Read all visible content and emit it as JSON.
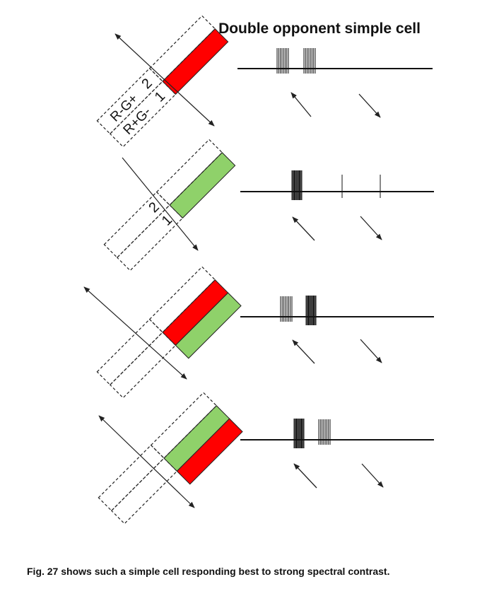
{
  "title": "Double opponent simple cell",
  "caption": "Fig. 27 shows such a simple cell responding best to strong spectral contrast.",
  "zone_labels": {
    "r_minus_g_plus": "R-G+",
    "r_plus_g_minus": "R+G-",
    "zone2": "2",
    "zone1": "1"
  },
  "colors": {
    "red": "#ff0000",
    "green": "#8fd16a"
  },
  "panels": [
    {
      "stimulus_bars": [
        "red"
      ],
      "responses": [
        "burst",
        "burst"
      ]
    },
    {
      "stimulus_bars": [
        "green"
      ],
      "responses": [
        "dense-burst",
        "single-spike",
        "single-spike"
      ]
    },
    {
      "stimulus_bars": [
        "red",
        "green"
      ],
      "responses": [
        "burst",
        "dense-burst"
      ]
    },
    {
      "stimulus_bars": [
        "green",
        "red"
      ],
      "responses": [
        "dense-burst",
        "burst"
      ]
    }
  ]
}
